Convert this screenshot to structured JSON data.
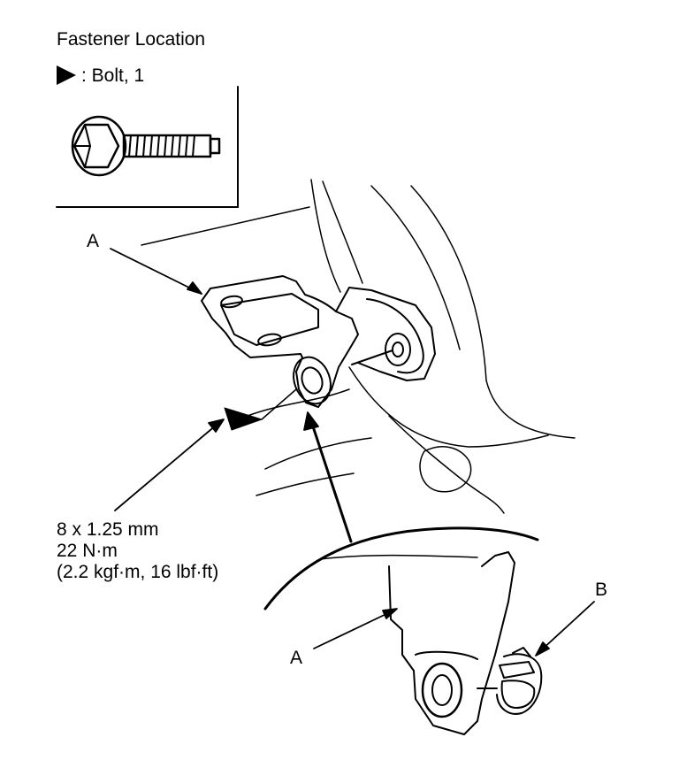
{
  "header": {
    "title": "Fastener Location",
    "legend_text": ": Bolt, 1"
  },
  "callouts": {
    "a_upper": "A",
    "a_lower": "A",
    "b": "B"
  },
  "torque_spec": {
    "size": "8 x 1.25 mm",
    "torque_nm": "22 N·m",
    "torque_alt": "(2.2 kgf·m, 16 lbf·ft)"
  },
  "icons": {
    "legend_marker": "filled-triangle-icon",
    "bolt": "flange-bolt-icon",
    "bushing": "bushing-icon"
  },
  "colors": {
    "ink": "#000000",
    "background": "#ffffff"
  }
}
